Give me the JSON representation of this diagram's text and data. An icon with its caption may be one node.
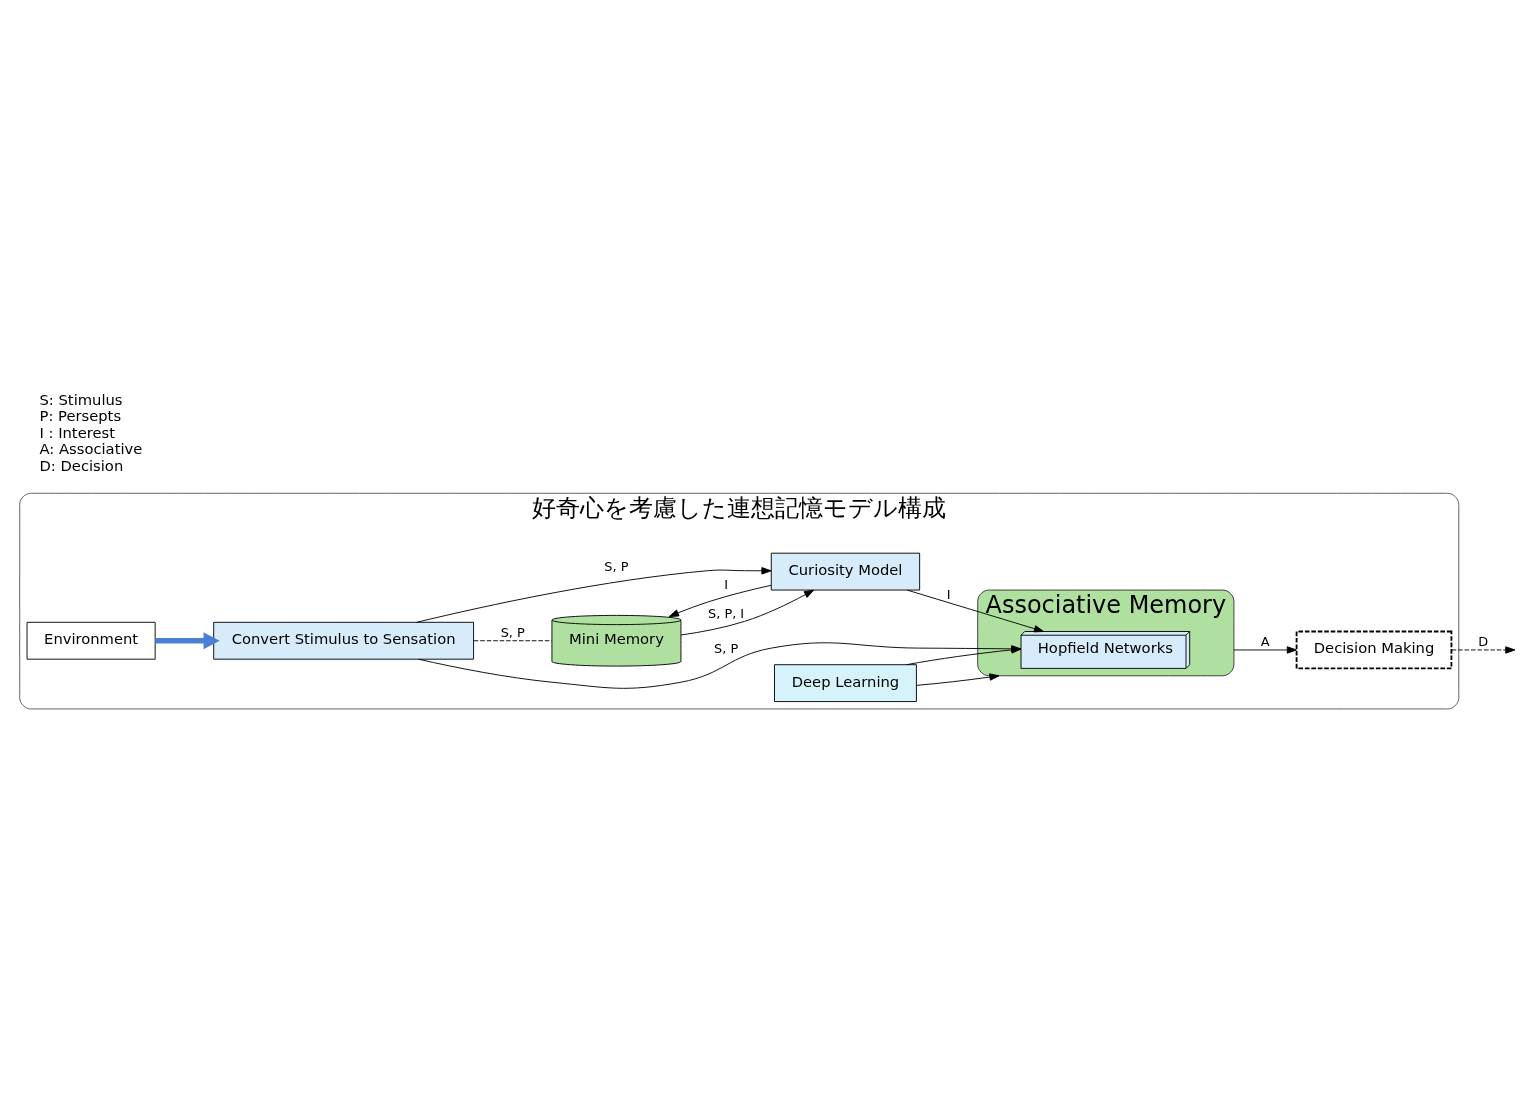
{
  "diagram": {
    "nodes": [
      {
        "text": [
          "好奇心を考慮した連想記憶モデル構成"
        ]
      },
      {
        "text": [
          "Environment"
        ],
        "in": 0
      },
      {
        "text": [
          "Convert Stimulus to Sensation"
        ],
        "in": 0
      },
      {
        "text": [
          "Associative Memory"
        ],
        "in": 0
      },
      {
        "text": [
          "Hopfield Networks"
        ],
        "in": 3
      },
      {
        "text": [
          "Decision Making"
        ],
        "in": 0
      },
      {
        "text": [
          "Mini Memory"
        ],
        "in": 0
      },
      {
        "text": [
          "Curiosity Model"
        ],
        "in": 0
      },
      {
        "text": [
          "Deep Learning"
        ],
        "in": 0
      }
    ],
    "edges": [
      {
        "from": 1,
        "to": 2,
        "arrow": "to",
        "style": "thick",
        "color": "#4a7fd4"
      },
      {
        "from": 2,
        "to": 4,
        "arrow": "to",
        "label": "S, P"
      },
      {
        "from": 2,
        "to": 6,
        "arrow": "none",
        "label": "S, P",
        "style": "dashed"
      },
      {
        "from": 2,
        "to": 7,
        "arrow": "to",
        "label": "S, P"
      },
      {
        "from": 7,
        "to": 4,
        "arrow": "to",
        "label": "I"
      },
      {
        "from": 7,
        "to": 6,
        "arrow": "to",
        "label": "I"
      },
      {
        "from": 6,
        "to": 7,
        "arrow": "to",
        "label": "S, P, I"
      },
      {
        "from": 3,
        "to": 5,
        "arrow": "to",
        "label": "A"
      },
      {
        "from": 5,
        "to": null,
        "arrow": "to",
        "label": "D",
        "style": "dashed"
      },
      {
        "from": 8,
        "to": 3,
        "arrow": "to"
      },
      {
        "from": 8,
        "to": 4,
        "arrow": "to"
      }
    ],
    "labels": [
      "S: Stimulus",
      "P: Persepts",
      "I : Interest",
      "A: Associative",
      "D: Decision"
    ]
  }
}
